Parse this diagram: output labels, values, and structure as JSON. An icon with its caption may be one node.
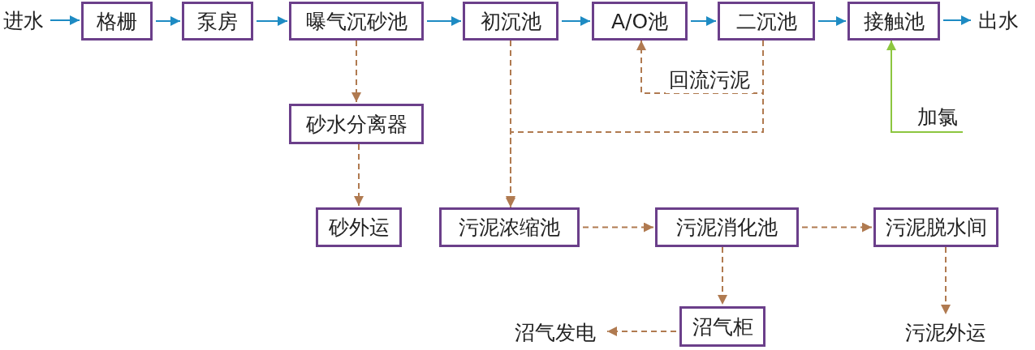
{
  "diagram": {
    "nodes": [
      {
        "text": [
          "进水"
        ]
      },
      {
        "text": [
          "格栅"
        ]
      },
      {
        "text": [
          "泵房"
        ]
      },
      {
        "text": [
          "曝气沉砂池"
        ]
      },
      {
        "text": [
          "初沉池"
        ]
      },
      {
        "text": [
          "A/O池"
        ]
      },
      {
        "text": [
          "二沉池"
        ]
      },
      {
        "text": [
          "接触池"
        ]
      },
      {
        "text": [
          "出水"
        ]
      },
      {
        "text": [
          "砂水分离器"
        ]
      },
      {
        "text": [
          "砂外运"
        ]
      },
      {
        "text": [
          "污泥浓缩池"
        ]
      },
      {
        "text": [
          "污泥消化池"
        ]
      },
      {
        "text": [
          "污泥脱水间"
        ]
      },
      {
        "text": [
          "沼气柜"
        ]
      },
      {
        "text": [
          "沼气发电"
        ]
      },
      {
        "text": [
          "污泥外运"
        ]
      },
      {
        "text": [
          "加氯"
        ]
      }
    ],
    "edges": [
      {
        "from": 0,
        "to": 1,
        "arrow": "to",
        "color": "#1e8bc3"
      },
      {
        "from": 1,
        "to": 2,
        "arrow": "to",
        "color": "#1e8bc3"
      },
      {
        "from": 2,
        "to": 3,
        "arrow": "to",
        "color": "#1e8bc3"
      },
      {
        "from": 3,
        "to": 4,
        "arrow": "to",
        "color": "#1e8bc3"
      },
      {
        "from": 4,
        "to": 5,
        "arrow": "to",
        "color": "#1e8bc3"
      },
      {
        "from": 5,
        "to": 6,
        "arrow": "to",
        "color": "#1e8bc3"
      },
      {
        "from": 6,
        "to": 7,
        "arrow": "to",
        "color": "#1e8bc3"
      },
      {
        "from": 7,
        "to": 8,
        "arrow": "to",
        "color": "#1e8bc3"
      },
      {
        "from": 3,
        "to": 9,
        "arrow": "to",
        "style": "dashed"
      },
      {
        "from": 9,
        "to": 10,
        "arrow": "to",
        "style": "dashed"
      },
      {
        "from": 4,
        "to": 11,
        "arrow": "to",
        "style": "dashed"
      },
      {
        "from": 6,
        "to": 5,
        "arrow": "to",
        "label": "回流污泥",
        "style": "dashed"
      },
      {
        "from": 6,
        "to": 11,
        "arrow": "to",
        "style": "dashed"
      },
      {
        "from": 17,
        "to": 7,
        "arrow": "to",
        "color": "#8cc63f"
      },
      {
        "from": 11,
        "to": 12,
        "arrow": "to",
        "style": "dashed"
      },
      {
        "from": 12,
        "to": 13,
        "arrow": "to",
        "style": "dashed"
      },
      {
        "from": 12,
        "to": 14,
        "arrow": "to",
        "style": "dashed"
      },
      {
        "from": 13,
        "to": 16,
        "arrow": "to",
        "style": "dashed"
      },
      {
        "from": 14,
        "to": 15,
        "arrow": "to",
        "style": "dashed"
      }
    ]
  }
}
